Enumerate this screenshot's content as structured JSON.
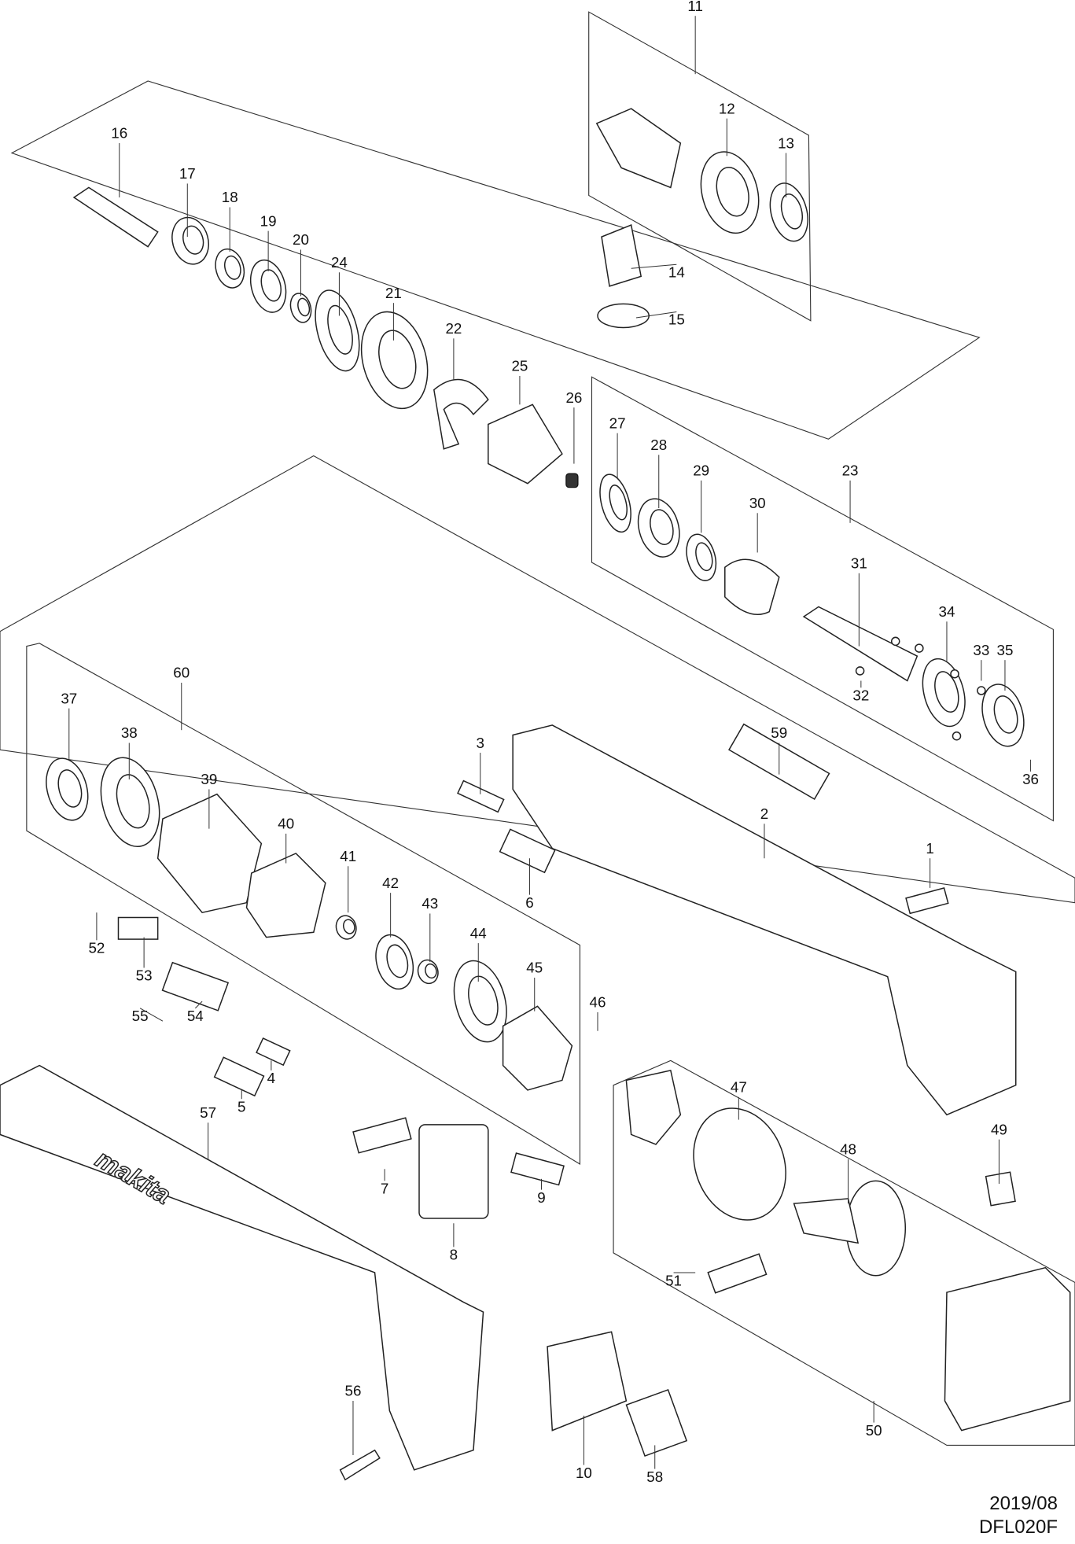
{
  "parts": [
    "1",
    "2",
    "3",
    "4",
    "5",
    "6",
    "7",
    "8",
    "9",
    "10",
    "11",
    "12",
    "13",
    "14",
    "15",
    "16",
    "17",
    "18",
    "19",
    "20",
    "21",
    "22",
    "23",
    "24",
    "25",
    "26",
    "27",
    "28",
    "29",
    "30",
    "31",
    "32",
    "33",
    "34",
    "35",
    "36",
    "37",
    "38",
    "39",
    "40",
    "41",
    "42",
    "43",
    "44",
    "45",
    "46",
    "47",
    "48",
    "49",
    "50",
    "51",
    "52",
    "53",
    "54",
    "55",
    "56",
    "57",
    "58",
    "59",
    "60"
  ],
  "logo_text": "makita",
  "footer": {
    "date": "2019/08",
    "model": "DFL020F"
  },
  "colors": {
    "line": "#333333",
    "background": "#ffffff"
  }
}
